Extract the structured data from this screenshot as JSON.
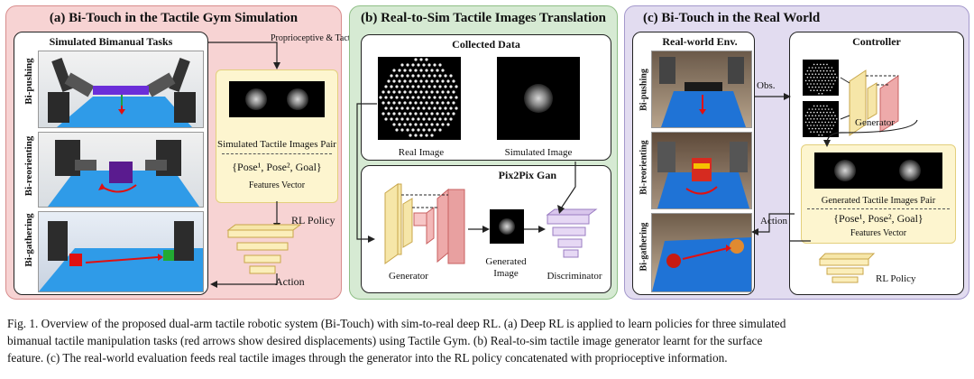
{
  "panel_a": {
    "title": "(a) Bi-Touch in the Tactile Gym Simulation",
    "tasks_title": "Simulated Bimanual Tasks",
    "task_labels": [
      "Bi-pushing",
      "Bi-reorienting",
      "Bi-gathering"
    ],
    "feedback_label": "Proprioceptive & Tactile Feedback",
    "tactile_pair_label": "Simulated Tactile Images Pair",
    "vector_formula": "{Pose¹, Pose², Goal}",
    "vector_label": "Features Vector",
    "policy_label": "RL Policy",
    "action_label": "Action"
  },
  "panel_b": {
    "title": "(b)  Real-to-Sim Tactile Images Translation",
    "collected_title": "Collected Data",
    "real_image_label": "Real Image",
    "simulated_image_label": "Simulated Image",
    "gan_title": "Pix2Pix Gan",
    "generator_label": "Generator",
    "generated_label": "Generated Image",
    "discriminator_label": "Discriminator"
  },
  "panel_c": {
    "title": "(c) Bi-Touch in the Real World",
    "env_title": "Real-world Env.",
    "task_labels": [
      "Bi-pushing",
      "Bi-reorienting",
      "Bi-gathering"
    ],
    "obs_label": "Obs.",
    "controller_title": "Controller",
    "generator_label": "Generator",
    "tactile_pair_label": "Generated Tactile Images Pair",
    "vector_formula": "{Pose¹, Pose², Goal}",
    "vector_label": "Features Vector",
    "policy_label": "RL Policy",
    "action_label": "Action"
  },
  "caption": {
    "line1": "Fig. 1.    Overview of the proposed dual-arm tactile robotic system (Bi-Touch) with sim-to-real deep RL. (a) Deep RL is applied to learn policies for three simulated",
    "line2": "bimanual tactile manipulation tasks (red arrows show desired displacements) using Tactile Gym. (b) Real-to-sim tactile image generator learnt for the surface",
    "line3": "feature. (c) The real-world evaluation feeds real tactile images through the generator into the RL policy concatenated with proprioceptive information."
  },
  "colors": {
    "panel_a_bg": "#f7d3d3",
    "panel_b_bg": "#d6ead3",
    "panel_c_bg": "#e2dcf0",
    "feature_box": "#fdf5cf",
    "network_yellow": "#f6e6a8",
    "network_red": "#e8a0a0",
    "network_purple": "#d9c6ec"
  }
}
